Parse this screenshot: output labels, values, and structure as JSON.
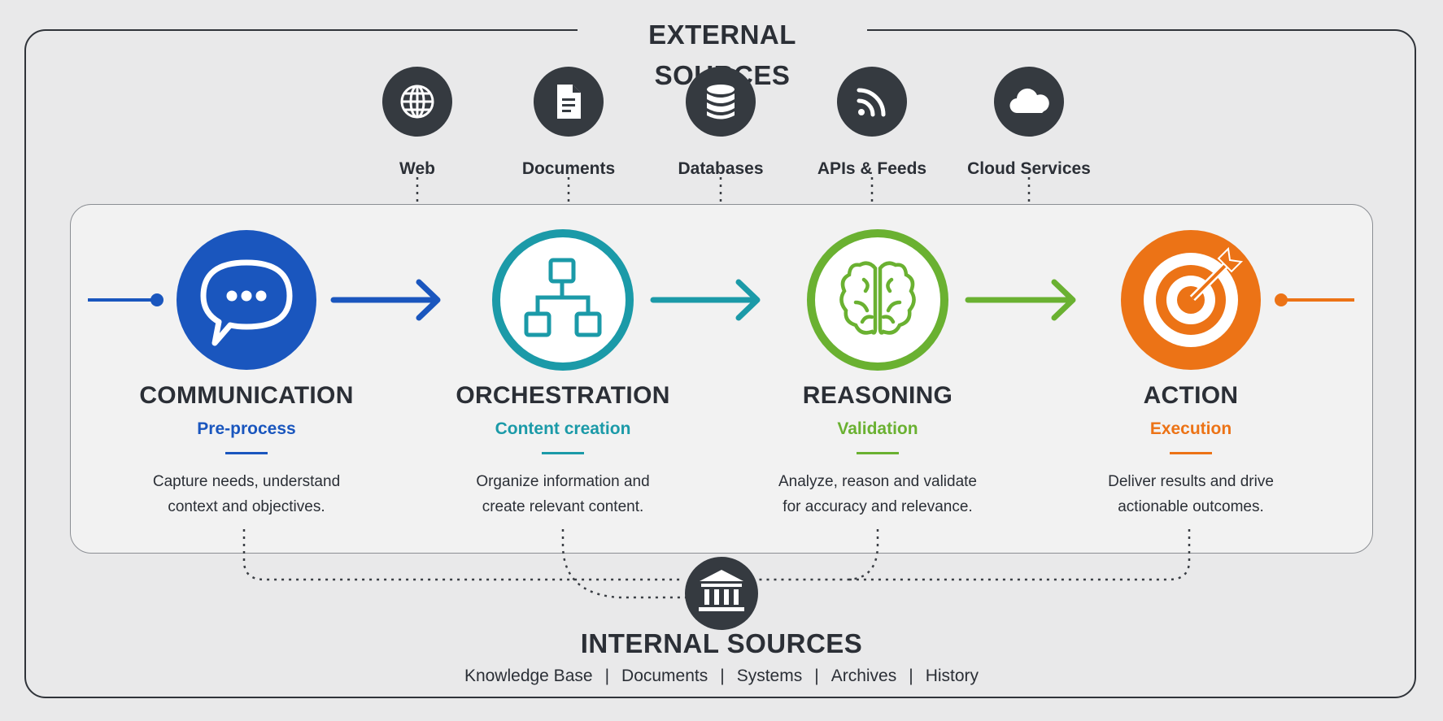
{
  "external": {
    "title": "EXTERNAL SOURCES",
    "sources": [
      {
        "label": "Web",
        "icon": "globe-icon"
      },
      {
        "label": "Documents",
        "icon": "document-icon"
      },
      {
        "label": "Databases",
        "icon": "database-icon"
      },
      {
        "label": "APIs & Feeds",
        "icon": "rss-feed-icon"
      },
      {
        "label": "Cloud Services",
        "icon": "cloud-icon"
      }
    ]
  },
  "stages": [
    {
      "title": "COMMUNICATION",
      "subtitle": "Pre-process",
      "desc_line1": "Capture needs, understand",
      "desc_line2": "context and objectives.",
      "color": "#1a56be",
      "icon": "chat-bubble-icon"
    },
    {
      "title": "ORCHESTRATION",
      "subtitle": "Content creation",
      "desc_line1": "Organize information and",
      "desc_line2": "create relevant content.",
      "color": "#1b9aa8",
      "icon": "hierarchy-icon"
    },
    {
      "title": "REASONING",
      "subtitle": "Validation",
      "desc_line1": "Analyze, reason and validate",
      "desc_line2": "for accuracy and relevance.",
      "color": "#6ab131",
      "icon": "brain-icon"
    },
    {
      "title": "ACTION",
      "subtitle": "Execution",
      "desc_line1": "Deliver results and drive",
      "desc_line2": "actionable outcomes.",
      "color": "#ec7316",
      "icon": "target-arrow-icon"
    }
  ],
  "internal": {
    "title": "INTERNAL SOURCES",
    "icon": "institution-icon",
    "items": [
      "Knowledge Base",
      "Documents",
      "Systems",
      "Archives",
      "History"
    ]
  },
  "colors": {
    "dark": "#353a40",
    "frame": "#30343a",
    "connector": "#3a3e44"
  }
}
